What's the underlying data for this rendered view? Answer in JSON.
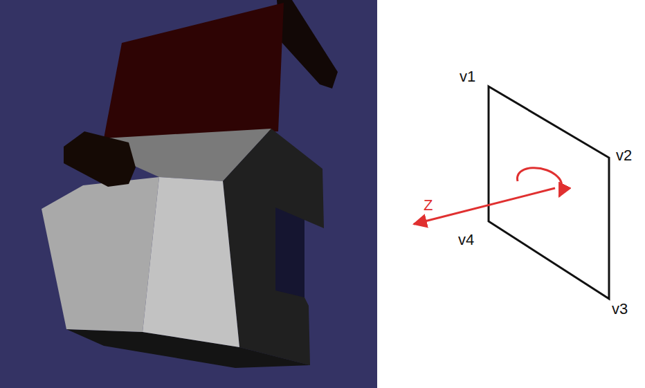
{
  "diagram": {
    "labels": [
      "v1",
      "v2",
      "Z",
      "v4",
      "v3"
    ]
  }
}
